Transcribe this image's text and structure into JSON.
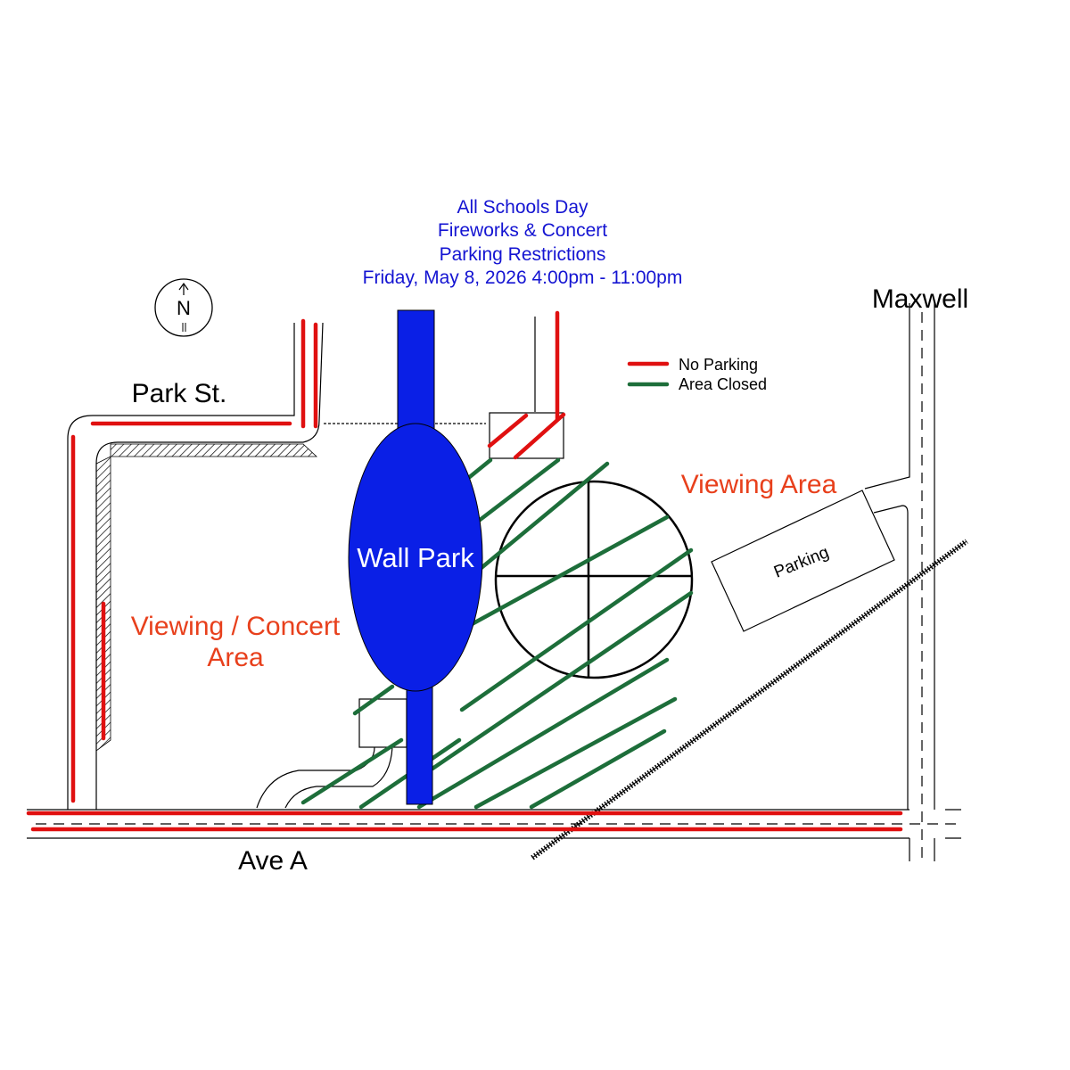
{
  "title": {
    "line1": "All Schools Day",
    "line2": "Fireworks & Concert",
    "line3": "Parking Restrictions",
    "line4": "Friday, May 8, 2026 4:00pm - 11:00pm"
  },
  "streets": {
    "park_st": "Park St.",
    "maxwell": "Maxwell",
    "ave_a": "Ave A"
  },
  "areas": {
    "viewing_area": "Viewing Area",
    "viewing_concert_line1": "Viewing / Concert",
    "viewing_concert_line2": "Area",
    "wall_park": "Wall Park",
    "parking_lot": "Parking"
  },
  "legend": {
    "no_parking": "No Parking",
    "area_closed": "Area Closed"
  },
  "compass": {
    "letter": "N"
  },
  "colors": {
    "title": "#1414d2",
    "no_parking": "#e01010",
    "area_closed": "#1d6e3a",
    "park": "#0a1fe6",
    "area_label": "#e8401c",
    "street_outline": "#000000"
  }
}
